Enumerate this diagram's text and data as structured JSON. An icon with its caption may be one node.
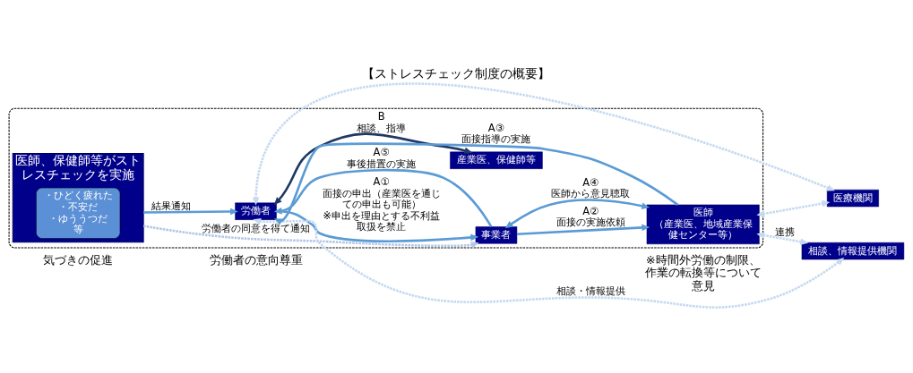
{
  "diagram": {
    "title": "【ストレスチェック制度の概要】",
    "nodes": [
      {
        "text": [],
        "shape": "box"
      },
      {
        "text": [
          "医師、保健師等がストレスチェックを実施"
        ],
        "in": 0
      },
      {
        "text": [
          "・ひどく疲れた",
          "・不安だ",
          "・ゆううつだ",
          "等"
        ],
        "in": 1
      },
      {
        "text": [
          "労働者"
        ],
        "in": 0
      },
      {
        "text": [
          "産業医、保健師等"
        ],
        "in": 0
      },
      {
        "text": [
          "事業者"
        ],
        "in": 0
      },
      {
        "text": [
          "医師",
          "（産業医、地域産業保健センター等）"
        ],
        "in": 0
      },
      {
        "text": [
          "相談、情報提供機関"
        ]
      },
      {
        "text": [
          "医療機関"
        ]
      }
    ],
    "edges": [
      {
        "from": 1,
        "to": 3,
        "arrow": "to",
        "label": "結果通知"
      },
      {
        "from": 3,
        "to": 4,
        "arrow": "both",
        "label": "B 相談、指導",
        "color": "#1f3864"
      },
      {
        "from": 3,
        "to": 5,
        "arrow": "to",
        "label": "A① 面接の申出（産業医を通じての申出も可能） ※申出を理由とする不利益取扱を禁止"
      },
      {
        "from": 1,
        "to": 5,
        "arrow": "to",
        "label": "労働者の同意を得て通知",
        "style": "dashed",
        "color": "#b4c7e7"
      },
      {
        "from": 5,
        "to": 6,
        "arrow": "to",
        "label": "A② 面接の実施依頼"
      },
      {
        "from": 6,
        "to": 5,
        "arrow": "both",
        "label": "A④ 医師から意見聴取"
      },
      {
        "from": 5,
        "to": 3,
        "arrow": "to",
        "label": "A⑤ 事後措置の実施"
      },
      {
        "from": 6,
        "to": 3,
        "arrow": "to",
        "label": "A③ 面接指導の実施"
      },
      {
        "from": 3,
        "to": 7,
        "arrow": "both",
        "label": "相談・情報提供",
        "style": "dashed",
        "color": "#c5d9f1"
      },
      {
        "from": 3,
        "to": 8,
        "arrow": "both",
        "style": "dashed",
        "color": "#c5d9f1"
      },
      {
        "from": 6,
        "to": 7,
        "arrow": "both",
        "label": "連携",
        "style": "dashed",
        "color": "#c5d9f1"
      },
      {
        "from": 6,
        "to": 8,
        "arrow": "both",
        "style": "dashed",
        "color": "#c5d9f1"
      }
    ],
    "labels": [
      "気づきの促進",
      "労働者の意向尊重",
      "※時間外労働の制限、作業の転換等について意見"
    ]
  }
}
